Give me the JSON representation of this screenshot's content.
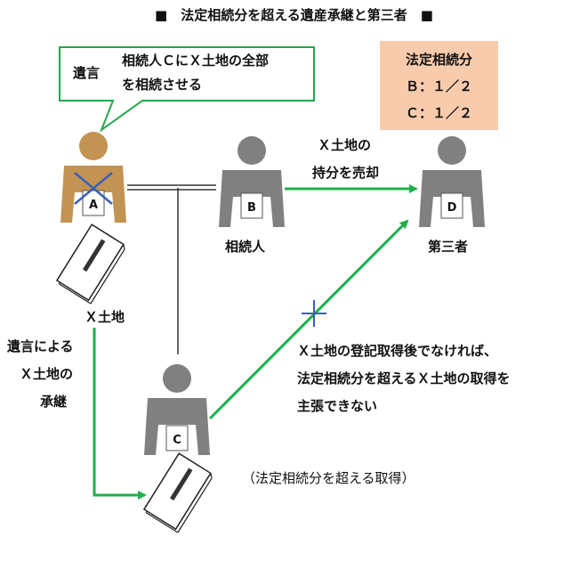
{
  "title": "■　法定相続分を超える遺産承継と第三者　■",
  "will_callout": {
    "tag": "遺言",
    "line1": "相続人ＣにＸ土地の全部",
    "line2": "を相続させる"
  },
  "share_box": {
    "heading": "法定相続分",
    "b_share": "Ｂ：１／２",
    "c_share": "Ｃ：１／２"
  },
  "persons": {
    "a": "A",
    "b": "B",
    "c": "C",
    "d": "D"
  },
  "labels": {
    "sale_line1": "Ｘ土地の",
    "sale_line2": "持分を売却",
    "heir": "相続人",
    "third_party": "第三者",
    "x_land": "Ｘ土地",
    "inherit_line1": "遺言による",
    "inherit_line2": "Ｘ土地の",
    "inherit_line3": "承継",
    "note_line1": "Ｘ土地の登記取得後でなければ、",
    "note_line2": "法定相続分を超えるＸ土地の取得を",
    "note_line3": "主張できない",
    "c_acquisition": "（法定相続分を超える取得）"
  },
  "colors": {
    "person_a": "#c39353",
    "person_gray": "#808080",
    "arrow_green": "#1db049",
    "callout_border": "#23a84a",
    "cross_blue": "#3a5fb8",
    "share_box_bg": "#f8cbad"
  }
}
